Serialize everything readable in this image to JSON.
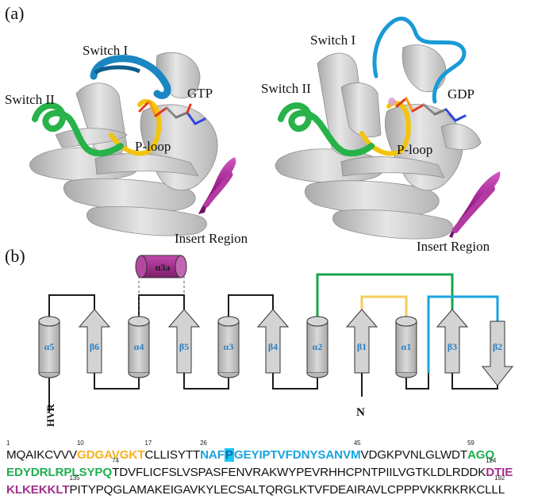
{
  "panel_a": {
    "label": "(a)",
    "left": {
      "switch1": "Switch I",
      "switch2": "Switch II",
      "nucleotide": "GTP",
      "ploop": "P-loop",
      "insert": "Insert Region"
    },
    "right": {
      "switch1": "Switch I",
      "switch2": "Switch II",
      "nucleotide": "GDP",
      "ploop": "P-loop",
      "insert": "Insert Region"
    }
  },
  "panel_b": {
    "label": "(b)",
    "insert_helix": "α3a",
    "elements": [
      "α5",
      "β6",
      "α4",
      "β5",
      "α3",
      "β4",
      "α2",
      "β1",
      "α1",
      "β3",
      "β2"
    ],
    "hvr": "HVR",
    "nterm": "N"
  },
  "sequence": {
    "line1": [
      {
        "t": "MQAIKCVVV",
        "c": "",
        "n": "1"
      },
      {
        "t": "GDGAVGKT",
        "c": "orange",
        "n": "10"
      },
      {
        "t": "CLLISYTT",
        "c": "",
        "n": "17",
        "nOffset": 0
      },
      {
        "t": "NAF",
        "c": "blue",
        "n": "26"
      },
      {
        "t": "P",
        "c": "hl",
        "n": ""
      },
      {
        "t": "GEYIPTVFDNYSANVM",
        "c": "blue",
        "n": "45",
        "nAtEnd": true
      },
      {
        "t": "VDGKPVNLGLWDT",
        "c": "",
        "n": ""
      },
      {
        "t": "AGQ",
        "c": "green",
        "n": "59"
      }
    ],
    "line2": [
      {
        "t": "EDYDRLRPLSYPQ",
        "c": "green",
        "n": ""
      },
      {
        "t": "TDVFLICFSLVSPASFENVRAKWYPEVRHHCPNTPIILVGTKLDLRDDK",
        "c": "",
        "n": "74"
      },
      {
        "t": "DTIE",
        "c": "purple",
        "n": "124"
      }
    ],
    "line3": [
      {
        "t": "KLKEKKLT",
        "c": "purple",
        "n": ""
      },
      {
        "t": "PITYPQGLAMAKEIGAVKYLECSALTQRGLKTVFDEAIRAVLCPPPVKKRKRKCLLL",
        "c": "",
        "n": "135",
        "endNum": "192"
      }
    ]
  }
}
